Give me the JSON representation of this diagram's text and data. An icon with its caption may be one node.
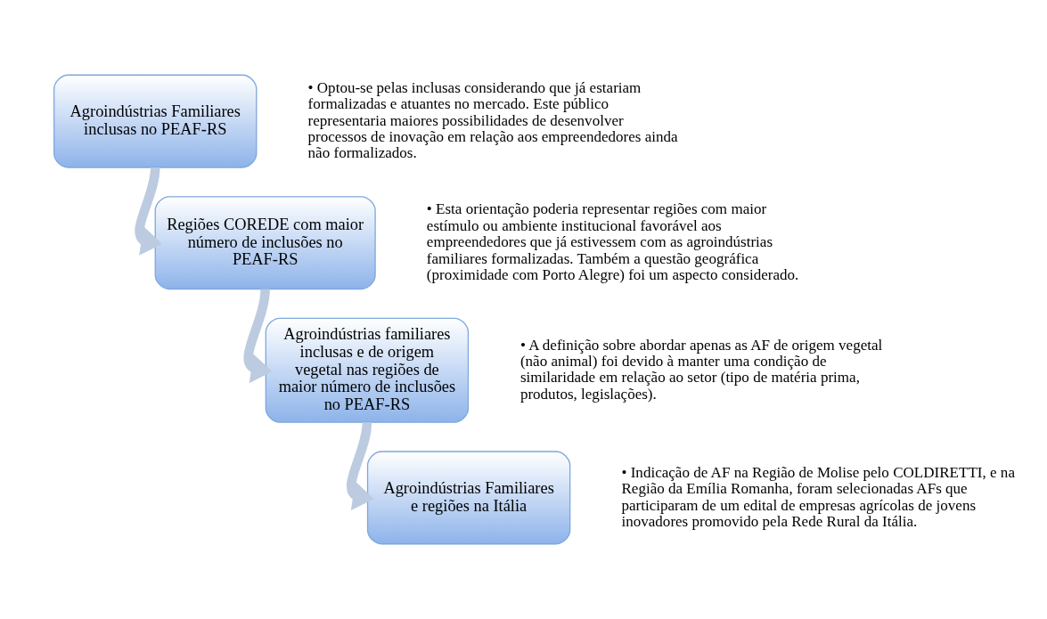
{
  "diagram": {
    "nodes": [
      {
        "text": [
          "Agroindústrias Familiares inclusas no PEAF-RS"
        ],
        "beside": [
          "• Optou-se pelas inclusas considerando que já estariam formalizadas e atuantes no mercado. Este público representaria maiores possibilidades de desenvolver processos de inovação em relação aos empreendedores ainda não formalizados."
        ]
      },
      {
        "text": [
          "Regiões COREDE com maior número de inclusões no PEAF-RS"
        ],
        "beside": [
          "• Esta orientação poderia representar regiões com maior estímulo ou ambiente institucional favorável aos empreendedores que já estivessem com as agroindústrias familiares formalizadas. Também a questão geográfica (proximidade com Porto Alegre) foi um aspecto considerado."
        ]
      },
      {
        "text": [
          "Agroindústrias familiares inclusas e de origem vegetal nas regiões de maior número de inclusões no PEAF-RS"
        ],
        "beside": [
          "• A definição sobre abordar apenas as AF de origem vegetal (não animal) foi devido à manter uma condição de similaridade em relação ao setor (tipo de matéria prima, produtos, legislações)."
        ]
      },
      {
        "text": [
          "Agroindústrias Familiares e regiões na Itália"
        ],
        "beside": [
          "• Indicação de AF na Região de Molise pelo COLDIRETTI, e na Região da Emília Romanha, foram selecionadas AFs que participaram de um edital de empresas agrícolas de jovens inovadores promovido pela Rede Rural da Itália."
        ]
      }
    ],
    "edges": [
      {
        "from": 0,
        "to": 1,
        "arrow": "to"
      },
      {
        "from": 1,
        "to": 2,
        "arrow": "to"
      },
      {
        "from": 2,
        "to": 3,
        "arrow": "to"
      }
    ]
  }
}
